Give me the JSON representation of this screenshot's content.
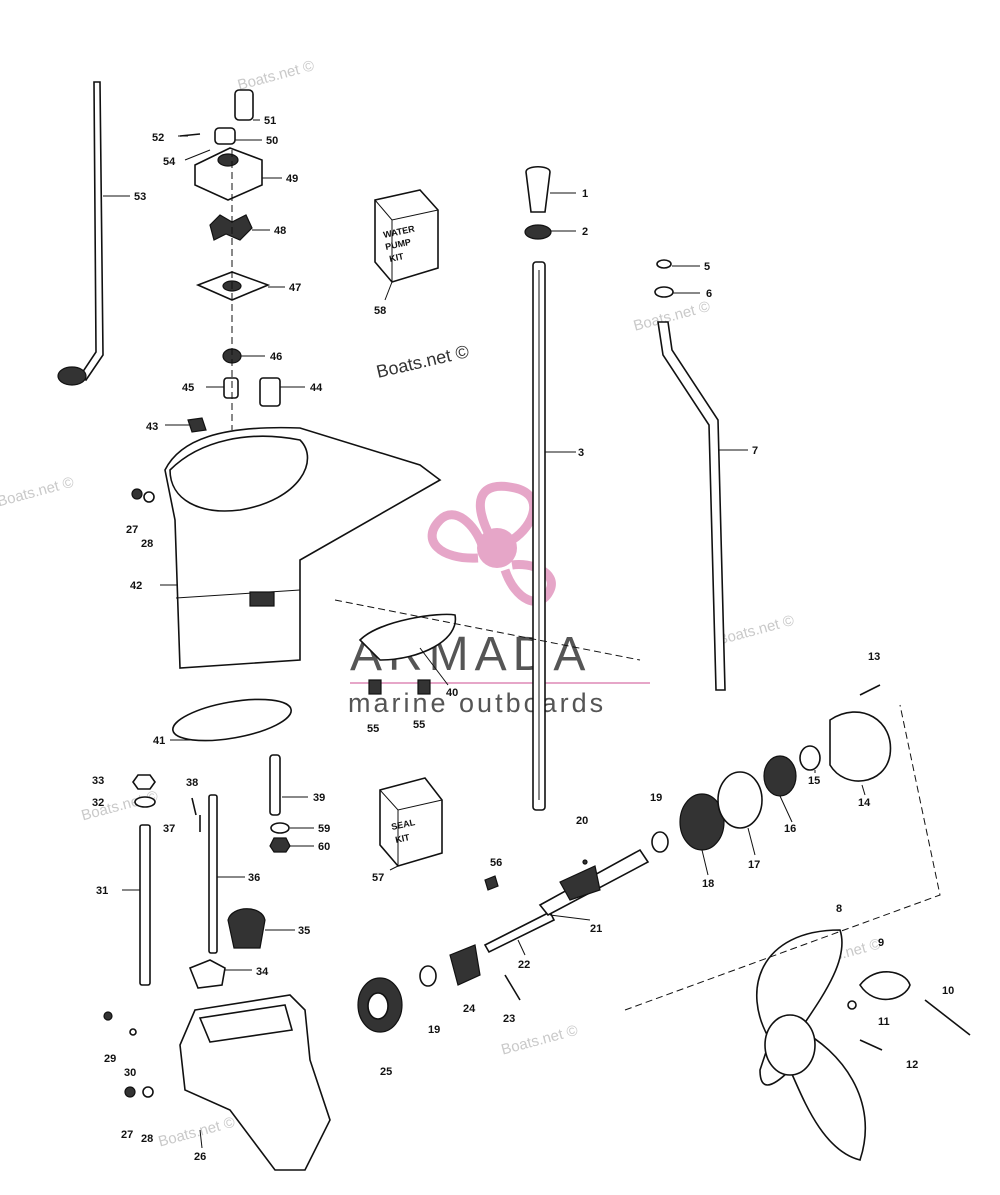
{
  "watermarks": {
    "corner": "Boats.net ©",
    "center": "Boats.net ©"
  },
  "brand": {
    "name": "ARMADA",
    "tagline": "marine outboards",
    "logo_color": "#e6a6c8",
    "text_color": "#555555"
  },
  "kits": {
    "water_pump": [
      "WATER",
      "PUMP",
      "KIT"
    ],
    "seal": [
      "SEAL",
      "KIT"
    ]
  },
  "callouts": {
    "n1": "1",
    "n2": "2",
    "n3": "3",
    "n5": "5",
    "n6": "6",
    "n7": "7",
    "n8": "8",
    "n9": "9",
    "n10": "10",
    "n11": "11",
    "n12": "12",
    "n13": "13",
    "n14": "14",
    "n15": "15",
    "n16": "16",
    "n17": "17",
    "n18": "18",
    "n19": "19",
    "n20": "20",
    "n21": "21",
    "n22": "22",
    "n23": "23",
    "n24": "24",
    "n25": "25",
    "n26": "26",
    "n27": "27",
    "n28": "28",
    "n29": "29",
    "n30": "30",
    "n31": "31",
    "n32": "32",
    "n33": "33",
    "n34": "34",
    "n35": "35",
    "n36": "36",
    "n37": "37",
    "n38": "38",
    "n39": "39",
    "n40": "40",
    "n41": "41",
    "n42": "42",
    "n43": "43",
    "n44": "44",
    "n45": "45",
    "n46": "46",
    "n47": "47",
    "n48": "48",
    "n49": "49",
    "n50": "50",
    "n51": "51",
    "n52": "52",
    "n53": "53",
    "n54": "54",
    "n55": "55",
    "n56": "56",
    "n57": "57",
    "n58": "58",
    "n59": "59",
    "n60": "60"
  }
}
